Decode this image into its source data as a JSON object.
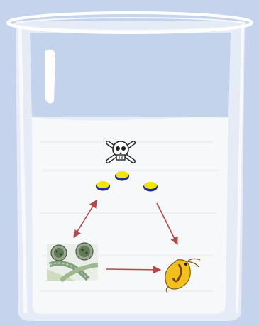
{
  "diagram": {
    "background_color": "#c5d4ec",
    "beaker": {
      "glass_color": "#ffffff",
      "liquid_color": "#f7f8f9",
      "air_color": "#c3d3ec"
    },
    "nodes": [
      {
        "id": "toxin",
        "icon": "skull-crossbones-icon"
      },
      {
        "id": "toxin-pellets",
        "icon": "yellow-pill-icon",
        "count": 3,
        "fill": "#f0e600",
        "outline": "#1e2aa0"
      },
      {
        "id": "algae",
        "icon": "green-algae-cells-icon"
      },
      {
        "id": "zooplankton",
        "icon": "daphnia-crustacean-icon",
        "fill": "#f2c01e"
      }
    ],
    "arrows": [
      {
        "from": "algae",
        "to": "toxin-pellets",
        "style": "double-headed",
        "color": "#b5484a"
      },
      {
        "from": "toxin-pellets",
        "to": "zooplankton",
        "style": "single-headed",
        "color": "#b5484a"
      },
      {
        "from": "algae",
        "to": "zooplankton",
        "style": "single-headed",
        "color": "#b5484a"
      }
    ]
  }
}
